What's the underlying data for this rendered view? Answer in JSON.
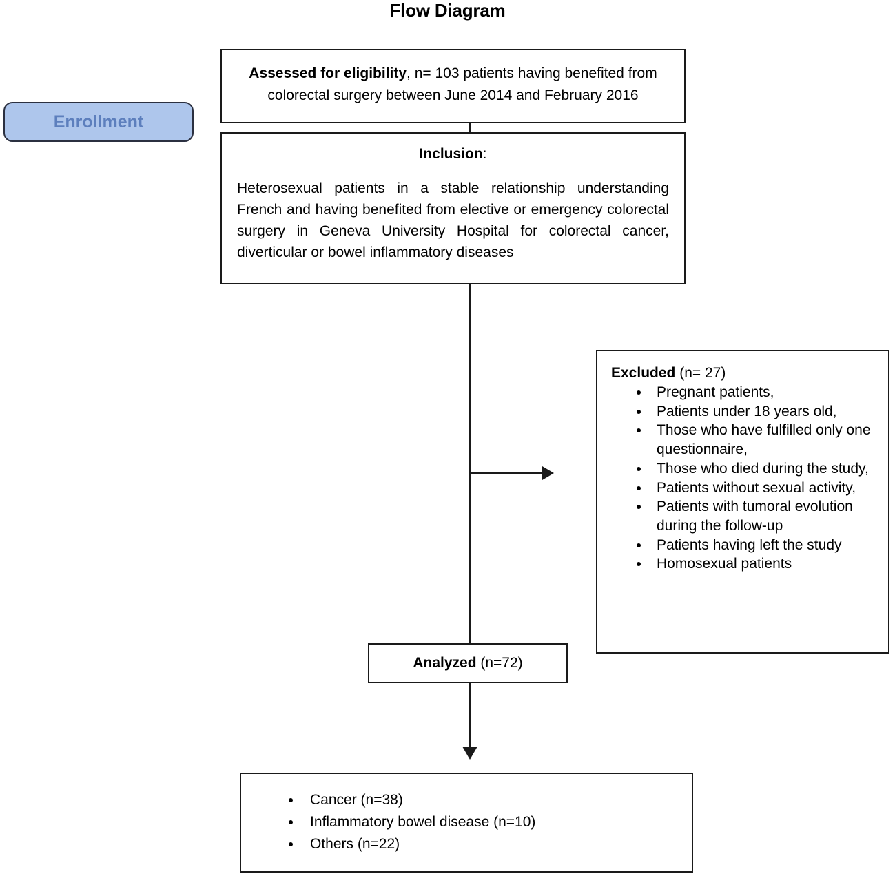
{
  "title": "Flow Diagram",
  "stage_badge": {
    "label": "Enrollment",
    "fill_color": "#aec6ec",
    "text_color": "#5d7fbd",
    "border_color": "#2b3040"
  },
  "boxes": {
    "eligibility": {
      "heading": "Assessed for eligibility",
      "text": ", n= 103 patients having benefited from colorectal surgery between June 2014 and February 2016"
    },
    "inclusion": {
      "heading": "Inclusion",
      "heading_suffix": ":",
      "body": "Heterosexual patients in a stable relationship understanding French and having benefited from elective or emergency colorectal surgery in Geneva University Hospital for colorectal cancer, diverticular or bowel inflammatory diseases"
    },
    "excluded": {
      "heading": "Excluded",
      "count_label": " (n= 27)",
      "items": [
        "Pregnant patients,",
        "Patients under 18 years old,",
        "Those who have fulfilled only one questionnaire,",
        "Those who died during the study,",
        "Patients without sexual activity,",
        "Patients with tumoral evolution during the follow-up",
        "Patients having left the study",
        "Homosexual patients"
      ]
    },
    "analyzed": {
      "heading": "Analyzed",
      "count_label": " (n=72)"
    },
    "outcomes": {
      "items": [
        "Cancer (n=38)",
        "Inflammatory bowel disease (n=10)",
        "Others (n=22)"
      ]
    }
  }
}
